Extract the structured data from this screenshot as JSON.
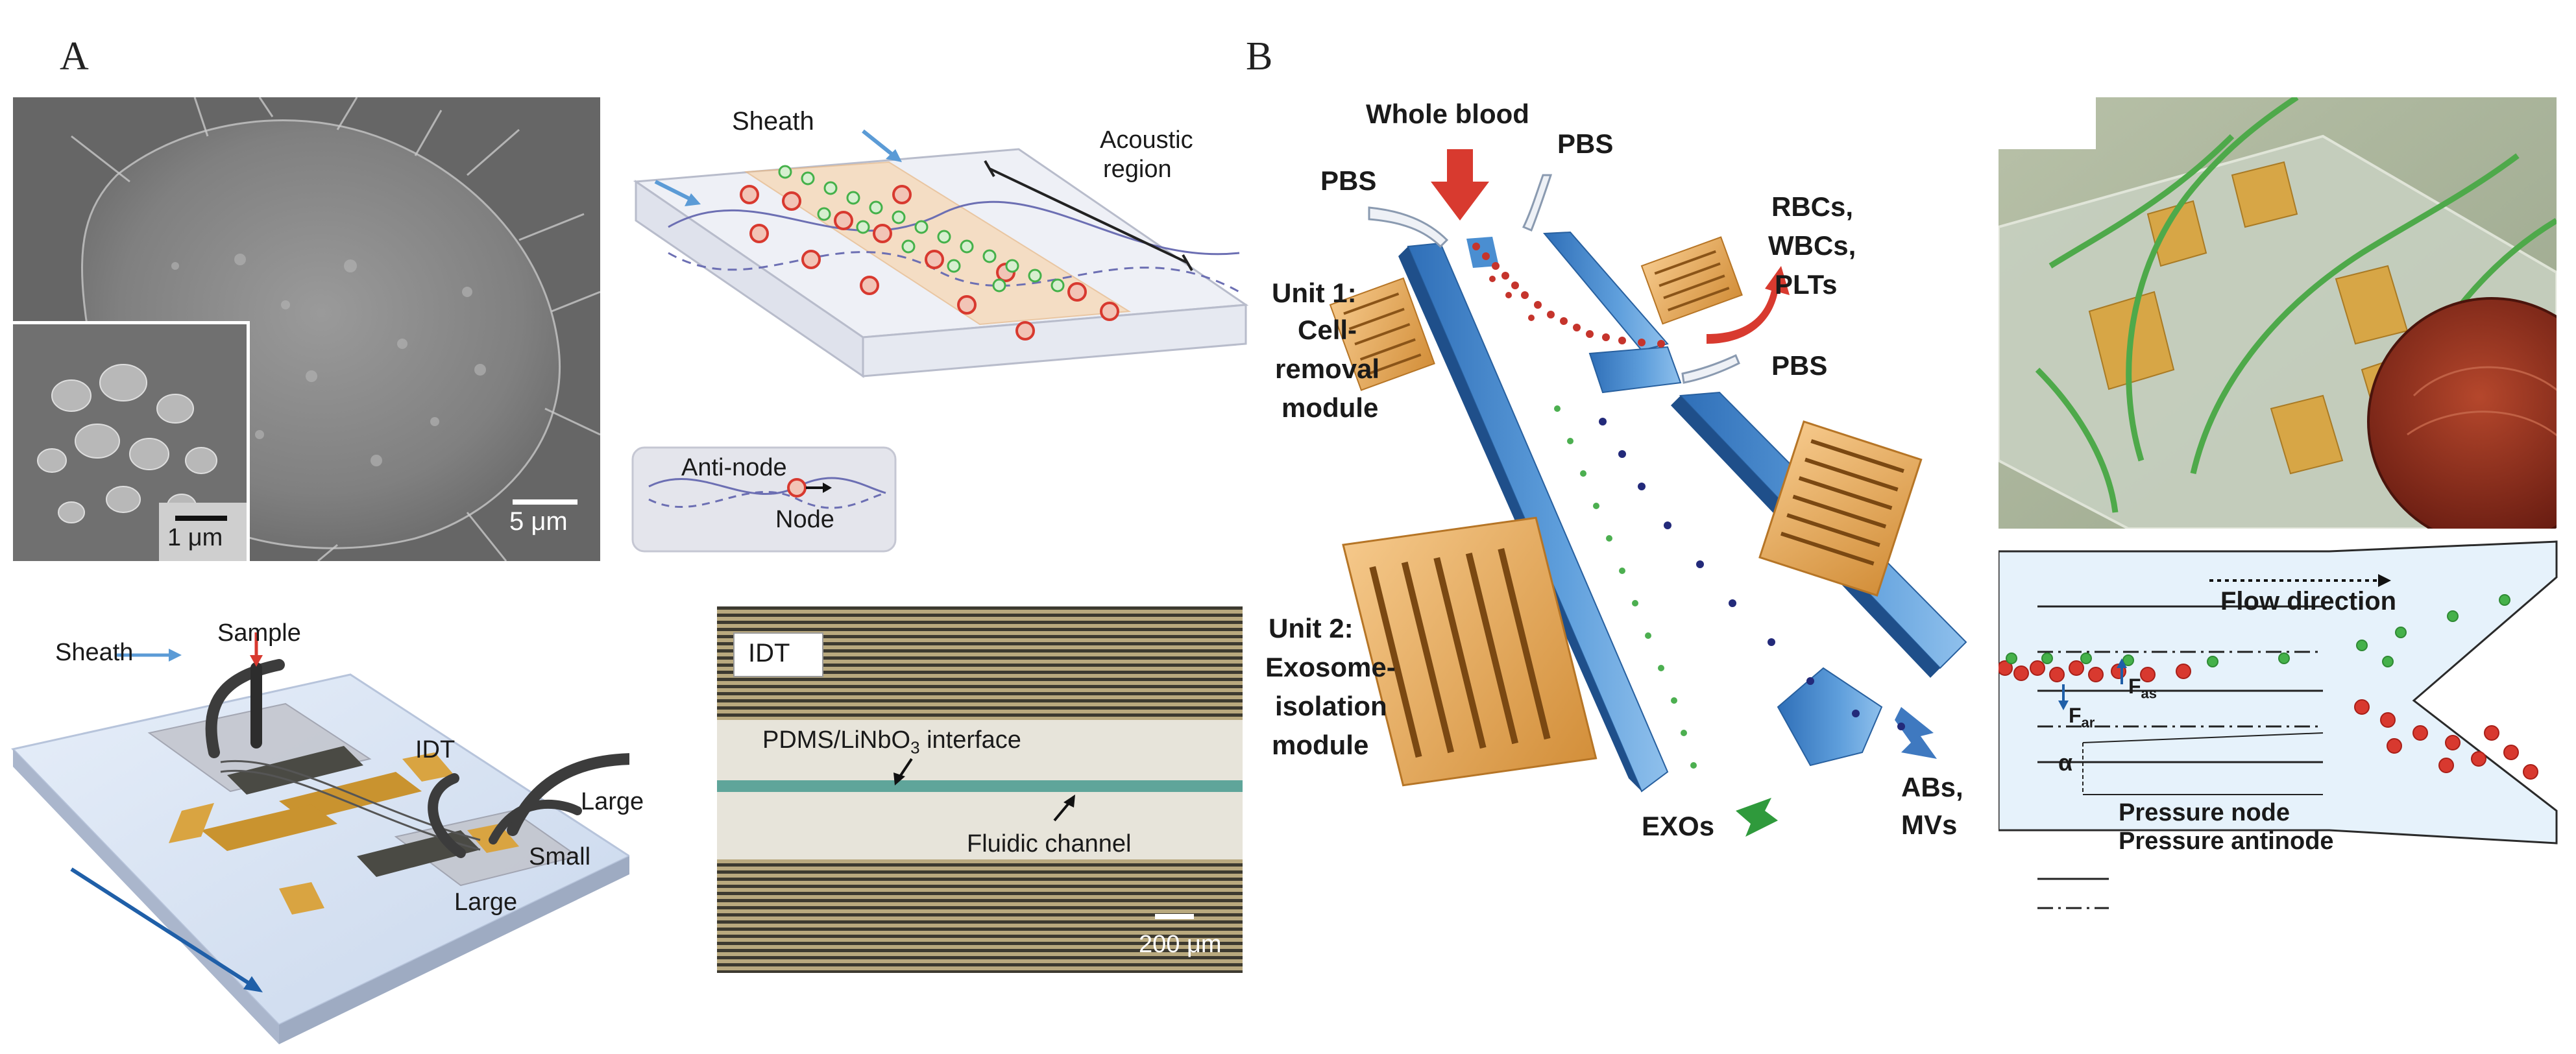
{
  "panels": {
    "a": "A",
    "b": "B"
  },
  "sem": {
    "inset_scale": "1 μm",
    "main_scale": "5 μm"
  },
  "schematic": {
    "sheath": "Sheath",
    "acoustic_region": [
      "Acoustic",
      "region"
    ],
    "anti_node": "Anti-node",
    "node": "Node"
  },
  "device": {
    "sheath": "Sheath",
    "sample": "Sample",
    "idt": "IDT",
    "large_top": "Large",
    "small": "Small",
    "large_bottom": "Large"
  },
  "micro": {
    "idt": "IDT",
    "interface": "PDMS/LiNbO",
    "interface_sub": "3",
    "interface_tail": " interface",
    "fluidic": "Fluidic channel",
    "scale": "200 μm"
  },
  "exo": {
    "whole_blood": "Whole blood",
    "pbs_left": "PBS",
    "pbs_top": "PBS",
    "pbs_right": "PBS",
    "cells": [
      "RBCs,",
      "WBCs,",
      "PLTs"
    ],
    "unit1": [
      "Unit 1:",
      "Cell-",
      "removal",
      "module"
    ],
    "unit2": [
      "Unit 2:",
      "Exosome-",
      "isolation",
      "module"
    ],
    "exos": "EXOs",
    "abs": [
      "ABs,",
      "MVs"
    ]
  },
  "flow": {
    "direction": "Flow direction",
    "fas": "F",
    "fas_sub": "as",
    "far": "F",
    "far_sub": "ar",
    "alpha": "α",
    "pressure_node": "Pressure node",
    "pressure_antinode": "Pressure antinode"
  },
  "colors": {
    "channel_blue": "#4a8ed1",
    "idt_gold": "#e0a55a",
    "red_particle": "#d8392f",
    "green_particle": "#45b14a",
    "navy_particle": "#232a7a"
  }
}
